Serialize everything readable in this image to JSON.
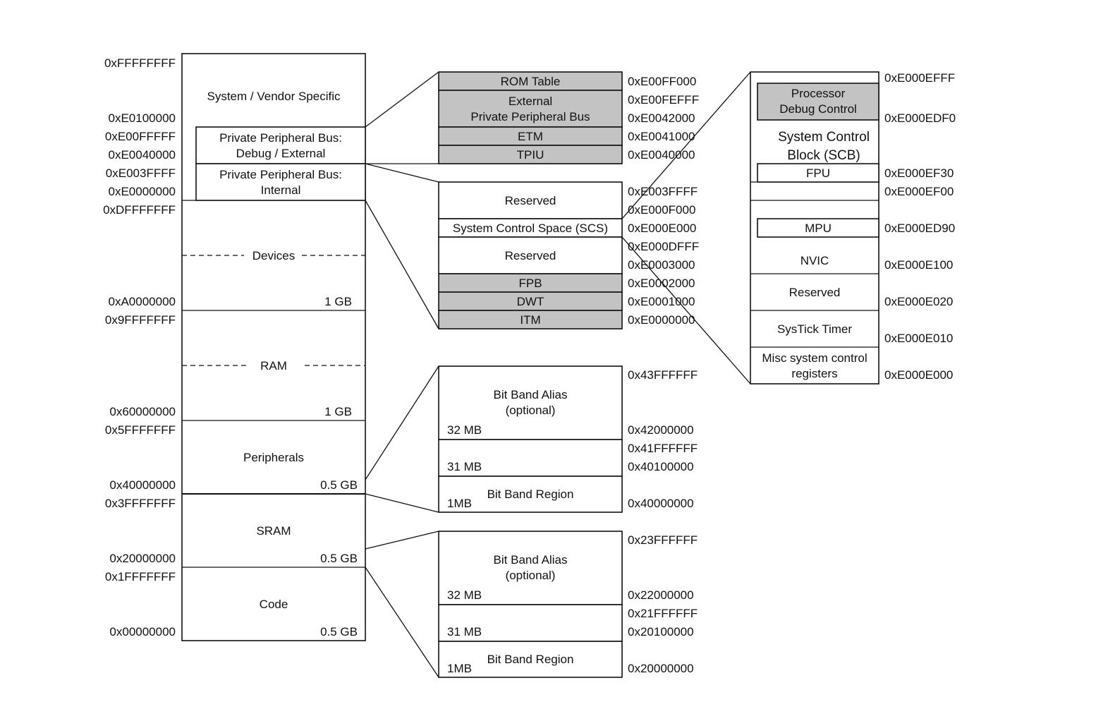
{
  "main_map": {
    "regions": [
      {
        "id": "system",
        "label": "System / Vendor Specific"
      },
      {
        "id": "ppb-ext",
        "label1": "Private Peripheral Bus:",
        "label2": "Debug / External"
      },
      {
        "id": "ppb-int",
        "label1": "Private Peripheral Bus:",
        "label2": "Internal"
      },
      {
        "id": "devices",
        "label": "Devices",
        "size": "1 GB"
      },
      {
        "id": "ram",
        "label": "RAM",
        "size": "1 GB"
      },
      {
        "id": "peripherals",
        "label": "Peripherals",
        "size": "0.5 GB"
      },
      {
        "id": "sram",
        "label": "SRAM",
        "size": "0.5 GB"
      },
      {
        "id": "code",
        "label": "Code",
        "size": "0.5 GB"
      }
    ],
    "addresses": [
      "0xFFFFFFFF",
      "0xE0100000",
      "0xE00FFFFF",
      "0xE0040000",
      "0xE003FFFF",
      "0xE0000000",
      "0xDFFFFFFF",
      "0xA0000000",
      "0x9FFFFFFF",
      "0x60000000",
      "0x5FFFFFFF",
      "0x40000000",
      "0x3FFFFFFF",
      "0x20000000",
      "0x1FFFFFFF",
      "0x00000000"
    ]
  },
  "ppb_external": {
    "blocks": [
      {
        "label": "ROM Table"
      },
      {
        "label1": "External",
        "label2": "Private Peripheral Bus"
      },
      {
        "label": "ETM"
      },
      {
        "label": "TPIU"
      }
    ],
    "addresses": [
      "0xE00FF000",
      "0xE00FEFFF",
      "0xE0042000",
      "0xE0041000",
      "0xE0040000"
    ]
  },
  "ppb_internal": {
    "blocks": [
      {
        "label": "Reserved"
      },
      {
        "label": "System Control Space (SCS)"
      },
      {
        "label": "Reserved"
      },
      {
        "label": "FPB"
      },
      {
        "label": "DWT"
      },
      {
        "label": "ITM"
      }
    ],
    "addresses": [
      "0xE003FFFF",
      "0xE000F000",
      "0xE000E000",
      "0xE000DFFF",
      "0xE0003000",
      "0xE0002000",
      "0xE0001000",
      "0xE0000000"
    ]
  },
  "scs": {
    "blocks": [
      {
        "label1": "Processor",
        "label2": "Debug Control"
      },
      {
        "label1": "System Control",
        "label2": "Block (SCB)"
      },
      {
        "label": "FPU"
      },
      {
        "label": "MPU"
      },
      {
        "label": "NVIC"
      },
      {
        "label": "Reserved"
      },
      {
        "label": "SysTick Timer"
      },
      {
        "label1": "Misc system control",
        "label2": "registers"
      }
    ],
    "addresses": [
      "0xE000EFFF",
      "0xE000EDF0",
      "0xE000EF30",
      "0xE000EF00",
      "0xE000ED90",
      "0xE000E100",
      "0xE000E020",
      "0xE000E010",
      "0xE000E000"
    ]
  },
  "bitband_peripheral": {
    "alias_label1": "Bit Band Alias",
    "alias_label2": "(optional)",
    "alias_size": "32 MB",
    "gap_size": "31 MB",
    "region_size": "1MB",
    "region_label": "Bit Band Region",
    "addresses": [
      "0x43FFFFFF",
      "0x42000000",
      "0x41FFFFFF",
      "0x40100000",
      "0x40000000"
    ]
  },
  "bitband_sram": {
    "alias_label1": "Bit Band Alias",
    "alias_label2": "(optional)",
    "alias_size": "32 MB",
    "gap_size": "31 MB",
    "region_size": "1MB",
    "region_label": "Bit Band Region",
    "addresses": [
      "0x23FFFFFF",
      "0x22000000",
      "0x21FFFFFF",
      "0x20100000",
      "0x20000000"
    ]
  },
  "colors": {
    "shaded_block": "#c3c3c3",
    "line": "#111111",
    "background": "#ffffff"
  }
}
